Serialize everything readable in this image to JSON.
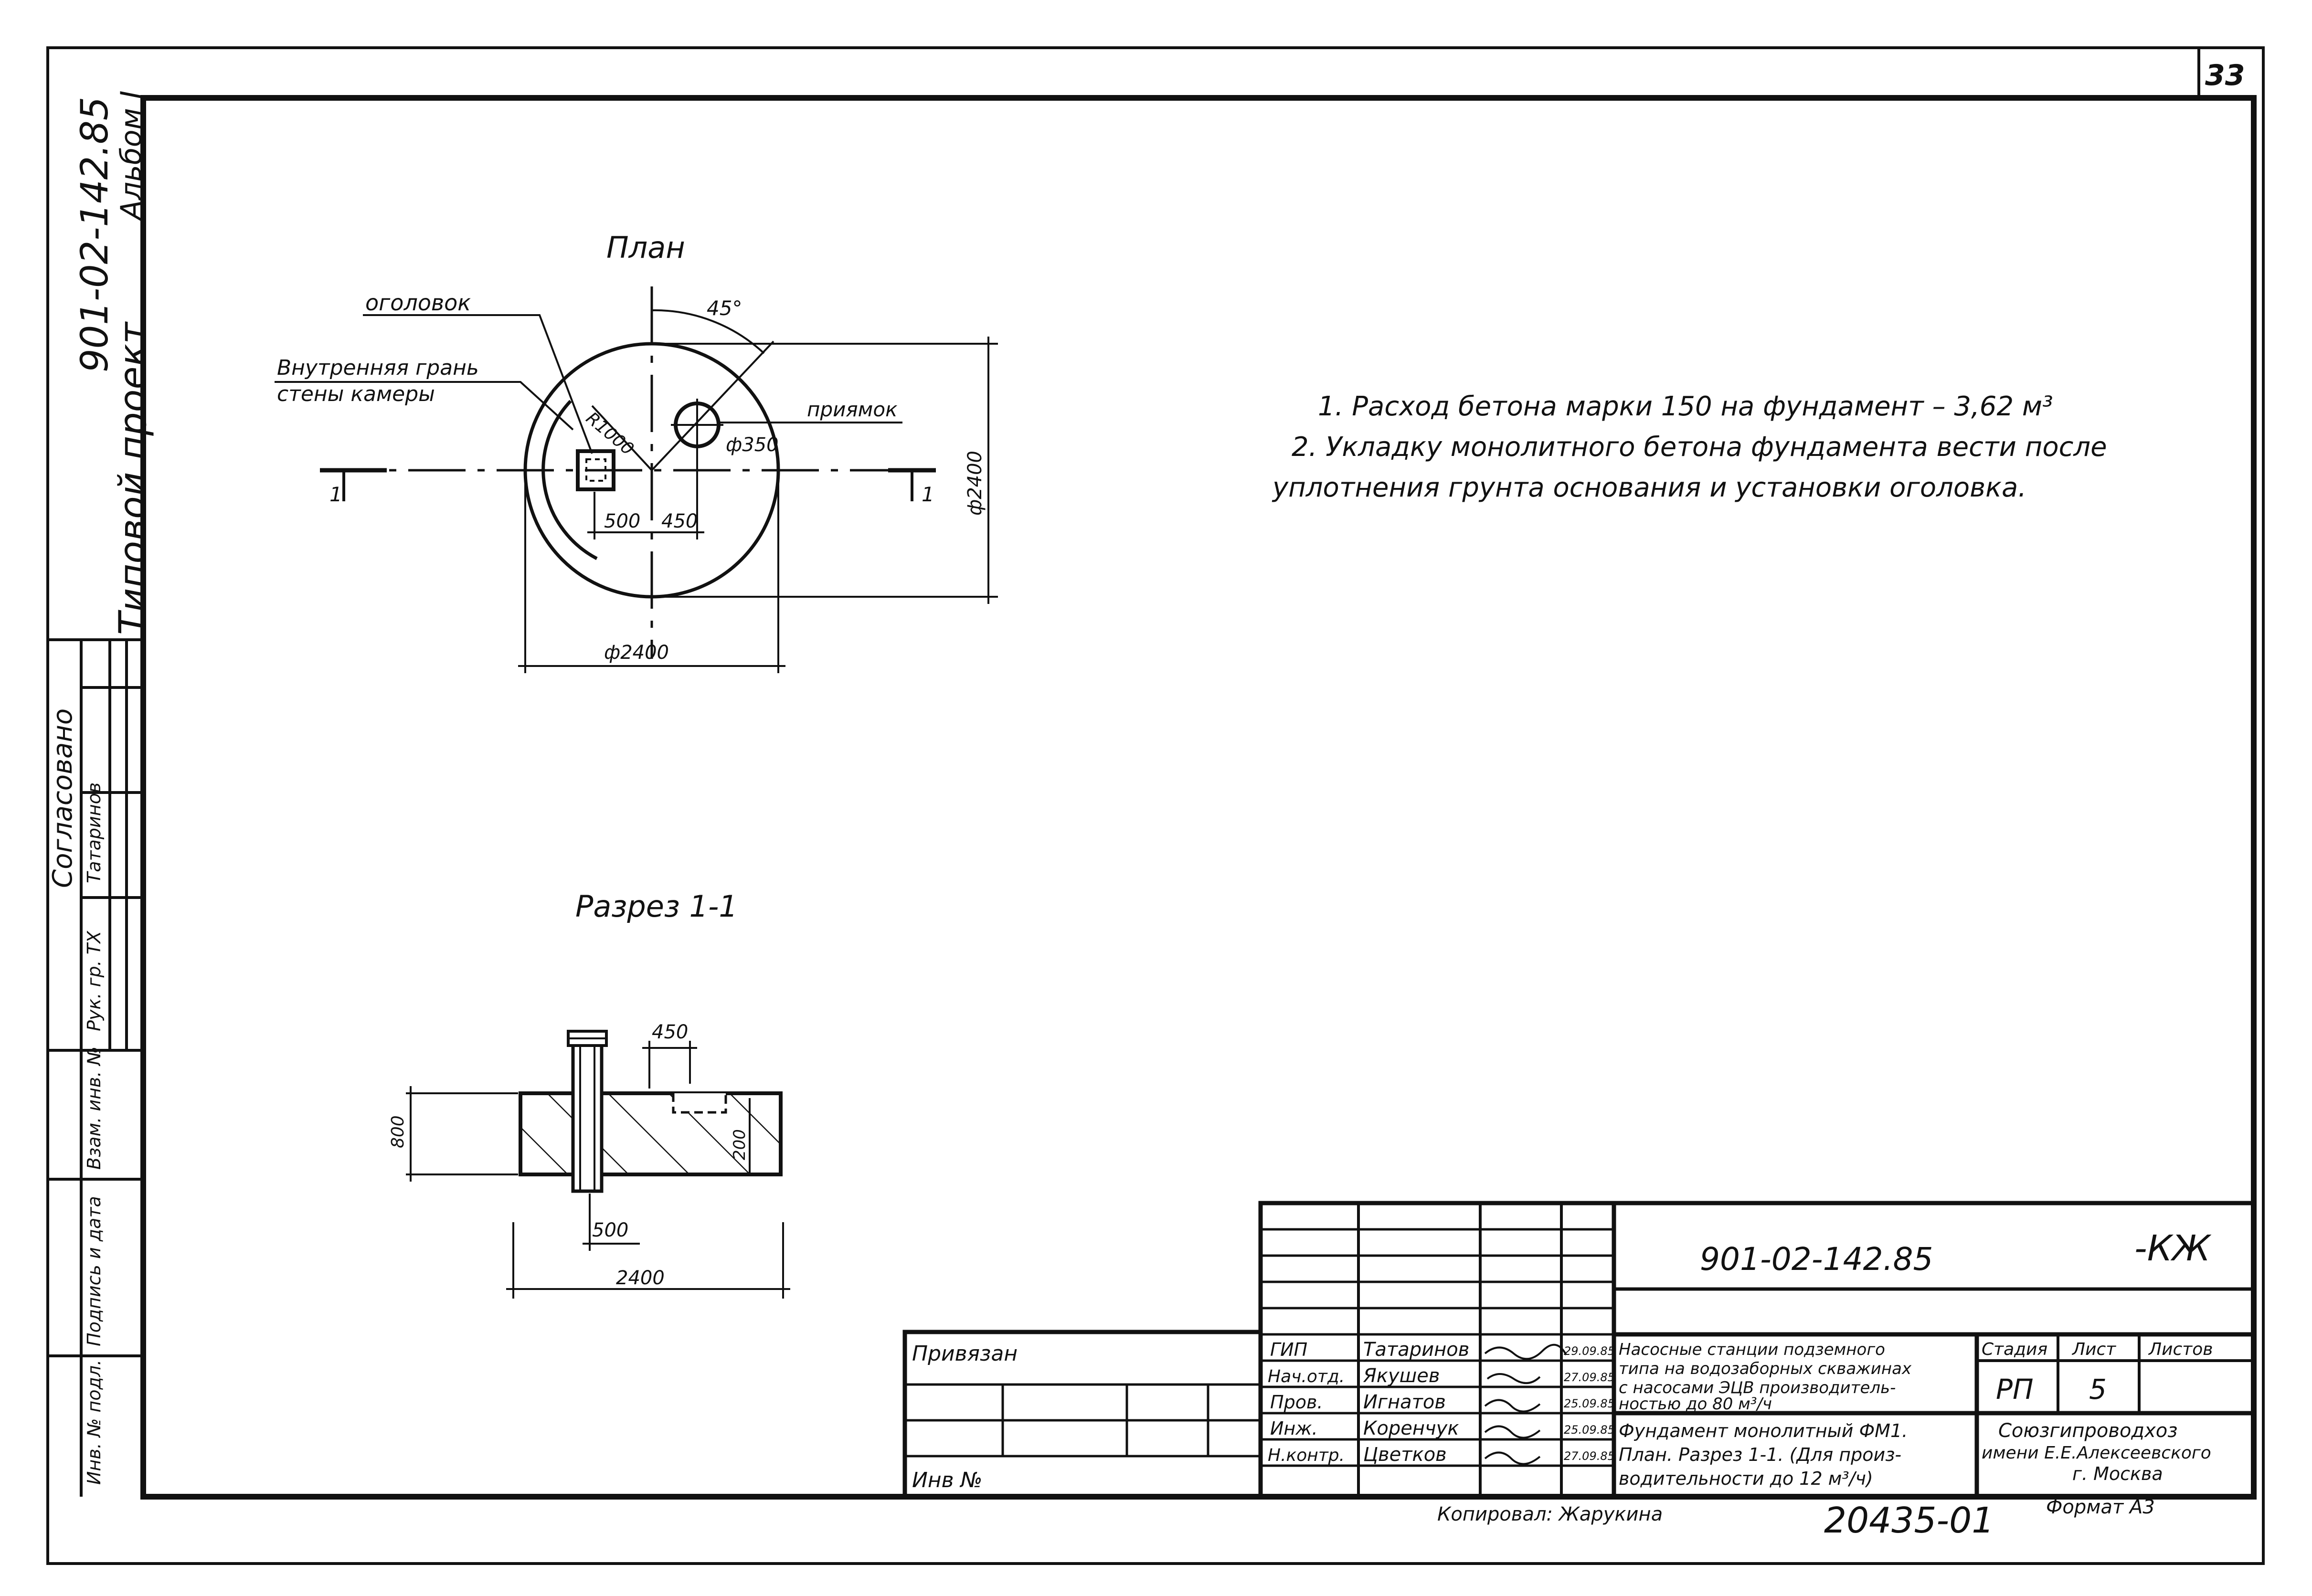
{
  "sheet": {
    "page_number": "33",
    "side_project_label": "Типовой проект",
    "side_project_code": "901-02-142.85",
    "side_album": "Альбом I"
  },
  "plan": {
    "title": "План",
    "label_head": "оголовок",
    "label_inner_face_1": "Внутренняя грань",
    "label_inner_face_2": "стены камеры",
    "label_sump": "приямок",
    "angle": "45°",
    "dim_r1000": "R1000",
    "dim_d350": "ф350",
    "dim_500": "500",
    "dim_450": "450",
    "dim_d2400_bottom": "ф2400",
    "dim_d2400_right": "ф2400",
    "cut_mark_left": "1",
    "cut_mark_right": "1"
  },
  "section": {
    "title": "Разрез 1-1",
    "dim_450": "450",
    "dim_800": "800",
    "dim_200": "200",
    "dim_500": "500",
    "dim_2400": "2400"
  },
  "notes": {
    "line1": "1. Расход бетона марки 150 на фундамент  – 3,62 м³",
    "line2": "2. Укладку монолитного бетона фундамента вести после",
    "line3": "уплотнения грунта основания и установки оголовка."
  },
  "left_stamp": {
    "agreed": "Согласовано",
    "ruk_tx": "Рук. гр. ТХ",
    "tatarinov": "Татаринов",
    "vzam_inv": "Взам. инв. №",
    "podpis_data": "Подпись и дата",
    "inv_podl": "Инв. № подл."
  },
  "title_block": {
    "code": "901-02-142.85",
    "suffix": "-КЖ",
    "privyazan": "Привязан",
    "inv_no": "Инв №",
    "roles": [
      "ГИП",
      "Нач.отд.",
      "Пров.",
      "Инж.",
      "Н.контр."
    ],
    "names": [
      "Татаринов",
      "Якушев",
      "Игнатов",
      "Коренчук",
      "Цветков"
    ],
    "dates": [
      "29.09.85",
      "27.09.85",
      "25.09.85",
      "25.09.85",
      "27.09.85"
    ],
    "description_1": "Насосные станции подземного",
    "description_2": "типа на водозаборных скважинах",
    "description_3": "с насосами ЭЦВ производитель-",
    "description_4": "ностью до 80 м³/ч",
    "drawing_name_1": "Фундамент монолитный ФМ1.",
    "drawing_name_2": "План. Разрез 1-1. (Для произ-",
    "drawing_name_3": "водительности до 12 м³/ч)",
    "stage_label": "Стадия",
    "sheet_label": "Лист",
    "sheets_label": "Листов",
    "stage_value": "РП",
    "sheet_value": "5",
    "org_1": "Союзгипроводхоз",
    "org_2": "имени Е.Е.Алексеевского",
    "org_3": "г. Москва",
    "copied_by": "Копировал: Жарукина",
    "archive_no": "20435-01",
    "format": "Формат А3"
  }
}
